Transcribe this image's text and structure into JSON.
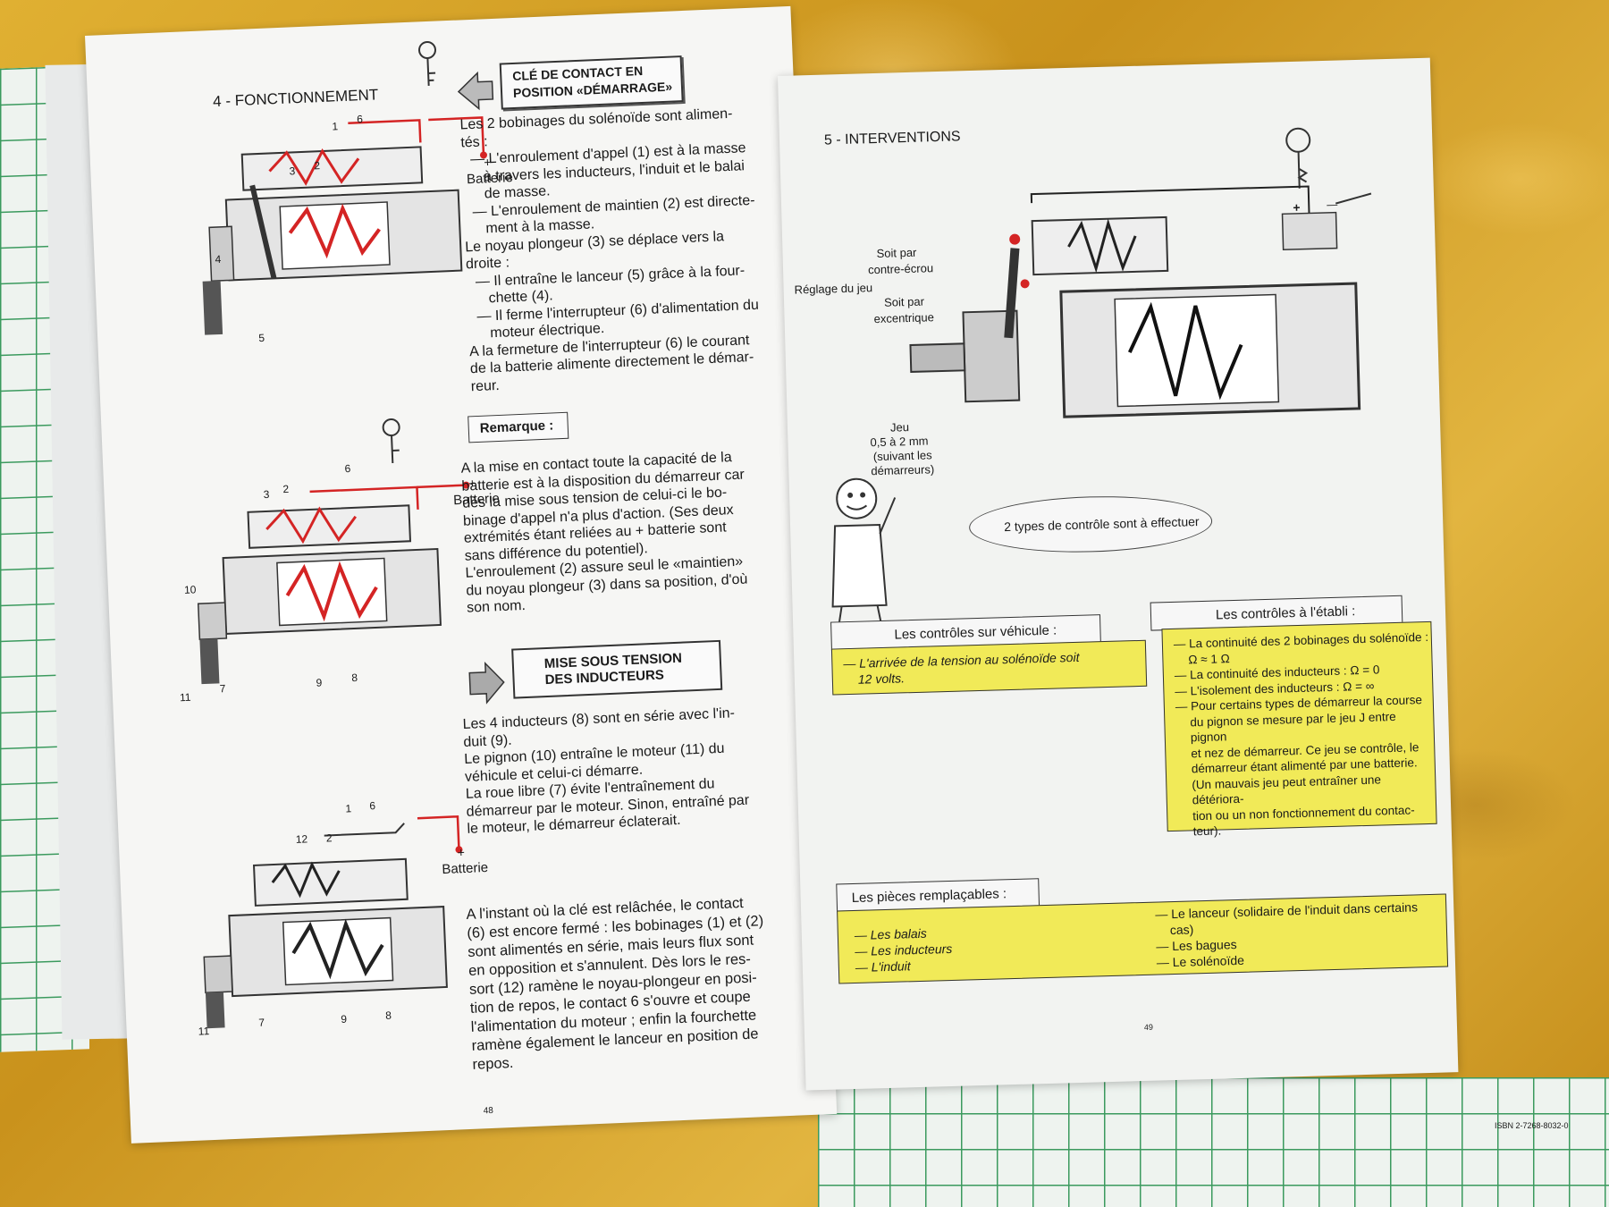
{
  "left_page": {
    "section_title": "4 - FONCTIONNEMENT",
    "key_box": [
      "CLÉ DE CONTACT EN",
      "POSITION «DÉMARRAGE»"
    ],
    "diagram_labels": {
      "d1": {
        "batterie": "Batterie",
        "plus": "+",
        "n1": "1",
        "n2": "2",
        "n3": "3",
        "n4": "4",
        "n5": "5",
        "n6": "6"
      },
      "d2": {
        "batterie": "Batterie",
        "plus": "+",
        "n2": "2",
        "n3": "3",
        "n6": "6",
        "n8": "8",
        "n9": "9",
        "n10": "10",
        "n11": "11",
        "n7": "7"
      },
      "d3": {
        "batterie": "Batterie",
        "plus": "+",
        "n1": "1",
        "n2": "2",
        "n6": "6",
        "n12": "12",
        "n7": "7",
        "n8": "8",
        "n9": "9",
        "n11": "11"
      }
    },
    "para1": [
      "Les 2 bobinages du solénoïde sont alimen-",
      "tés :",
      "— L'enroulement d'appel (1) est à la masse",
      "à travers les inducteurs, l'induit et le balai",
      "de masse.",
      "— L'enroulement de maintien (2) est directe-",
      "ment à la masse.",
      "Le noyau plongeur (3) se déplace vers la",
      "droite :",
      "— Il entraîne le lanceur (5) grâce à la four-",
      "chette (4).",
      "— Il ferme l'interrupteur (6) d'alimentation du",
      "moteur électrique.",
      "A la fermeture de l'interrupteur (6) le courant",
      "de la batterie alimente directement le démar-",
      "reur."
    ],
    "remarque": "Remarque :",
    "para2": [
      "A la mise en contact toute la capacité de la",
      "batterie est à la disposition du démarreur car",
      "dès la mise sous tension de celui-ci le bo-",
      "binage d'appel n'a plus d'action. (Ses deux",
      "extrémités étant reliées au + batterie sont",
      "sans différence du potentiel).",
      "L'enroulement (2) assure seul le «maintien»",
      "du noyau plongeur (3) dans sa position, d'où",
      "son nom."
    ],
    "mise_box": [
      "MISE SOUS TENSION",
      "DES INDUCTEURS"
    ],
    "para3": [
      "Les 4 inducteurs (8) sont en série avec l'in-",
      "duit (9).",
      "Le pignon (10) entraîne le moteur (11) du",
      "véhicule et celui-ci démarre.",
      "La roue libre (7) évite l'entraînement du",
      "démarreur par le moteur. Sinon, entraîné par",
      "le moteur, le démarreur éclaterait."
    ],
    "para4": [
      "A l'instant où la clé est relâchée, le contact",
      "(6) est encore fermé : les bobinages (1) et (2)",
      "sont alimentés en série, mais leurs flux sont",
      "en opposition et s'annulent. Dès lors le res-",
      "sort (12) ramène le noyau-plongeur en posi-",
      "tion de repos, le contact 6 s'ouvre et coupe",
      "l'alimentation du moteur ; enfin la fourchette",
      "ramène également le lanceur en position de",
      "repos."
    ],
    "page_number": "48"
  },
  "right_page": {
    "section_title": "5 - INTERVENTIONS",
    "labels": {
      "soit_par1": "Soit par",
      "contre_ecrou": "contre-écrou",
      "reglage": "Réglage du jeu",
      "soit_par2": "Soit par",
      "excentrique": "excentrique",
      "jeu": "Jeu",
      "jeu_val": "0,5 à 2 mm",
      "suivant": "(suivant les",
      "demarreurs": "démarreurs)",
      "plus": "+",
      "minus": "—"
    },
    "bubble": "2 types de contrôle sont à effectuer",
    "vehicule_header": "Les contrôles sur véhicule :",
    "vehicule_items": [
      "— L'arrivée de la tension au solénoïde soit",
      "12 volts."
    ],
    "etabli_header": "Les contrôles à l'établi :",
    "etabli_items": [
      "— La continuité des 2 bobinages du solénoïde :",
      "Ω ≈ 1 Ω",
      "— La continuité des inducteurs : Ω = 0",
      "— L'isolement des inducteurs : Ω = ∞",
      "— Pour certains types de démarreur la course",
      "du pignon se mesure par le jeu J entre pignon",
      "et nez de démarreur. Ce jeu se contrôle, le",
      "démarreur étant alimenté par une batterie.",
      "(Un mauvais jeu peut entraîner une détériora-",
      "tion ou un non fonctionnement du contac-",
      "teur)."
    ],
    "pieces_header": "Les pièces remplaçables :",
    "pieces_left": [
      "— Les balais",
      "— Les inducteurs",
      "— L'induit"
    ],
    "pieces_right": [
      "— Le lanceur (solidaire de l'induit dans certains",
      "cas)",
      "— Les bagues",
      "— Le solénoïde"
    ],
    "page_number": "49"
  },
  "isbn": "ISBN 2-7268-8032-0",
  "colors": {
    "red_wire": "#d42424",
    "highlight_yellow": "#f1ea58",
    "grid_green": "#3b9a5e"
  }
}
